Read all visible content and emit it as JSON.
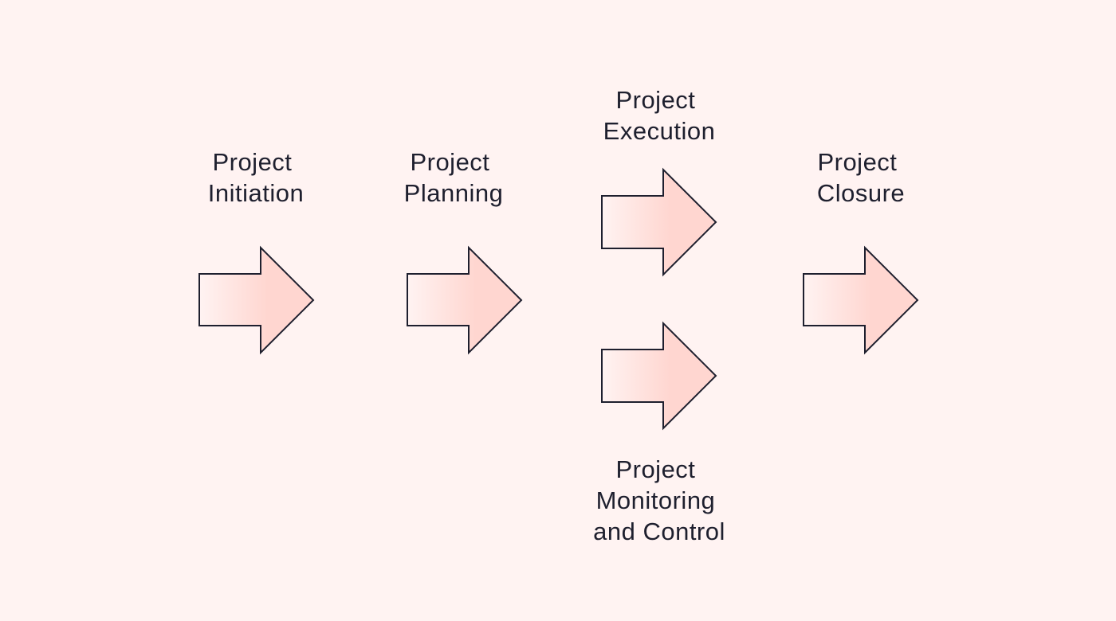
{
  "diagram": {
    "phases": [
      {
        "id": "initiation",
        "lines": [
          "Project",
          "Initiation"
        ]
      },
      {
        "id": "planning",
        "lines": [
          "Project",
          "Planning"
        ]
      },
      {
        "id": "execution",
        "lines": [
          "Project",
          "Execution"
        ]
      },
      {
        "id": "monitoring",
        "lines": [
          "Project",
          "Monitoring",
          "and Control"
        ]
      },
      {
        "id": "closure",
        "lines": [
          "Project",
          "Closure"
        ]
      }
    ],
    "colors": {
      "background": "#fff3f2",
      "text": "#1e1f2e",
      "arrow_stroke": "#1e1f2e",
      "arrow_fill_start": "#fff3f2",
      "arrow_fill_end": "#ffd6d0",
      "divider_top": "#ffb3c0",
      "divider_bottom": "#b65cf0"
    }
  }
}
